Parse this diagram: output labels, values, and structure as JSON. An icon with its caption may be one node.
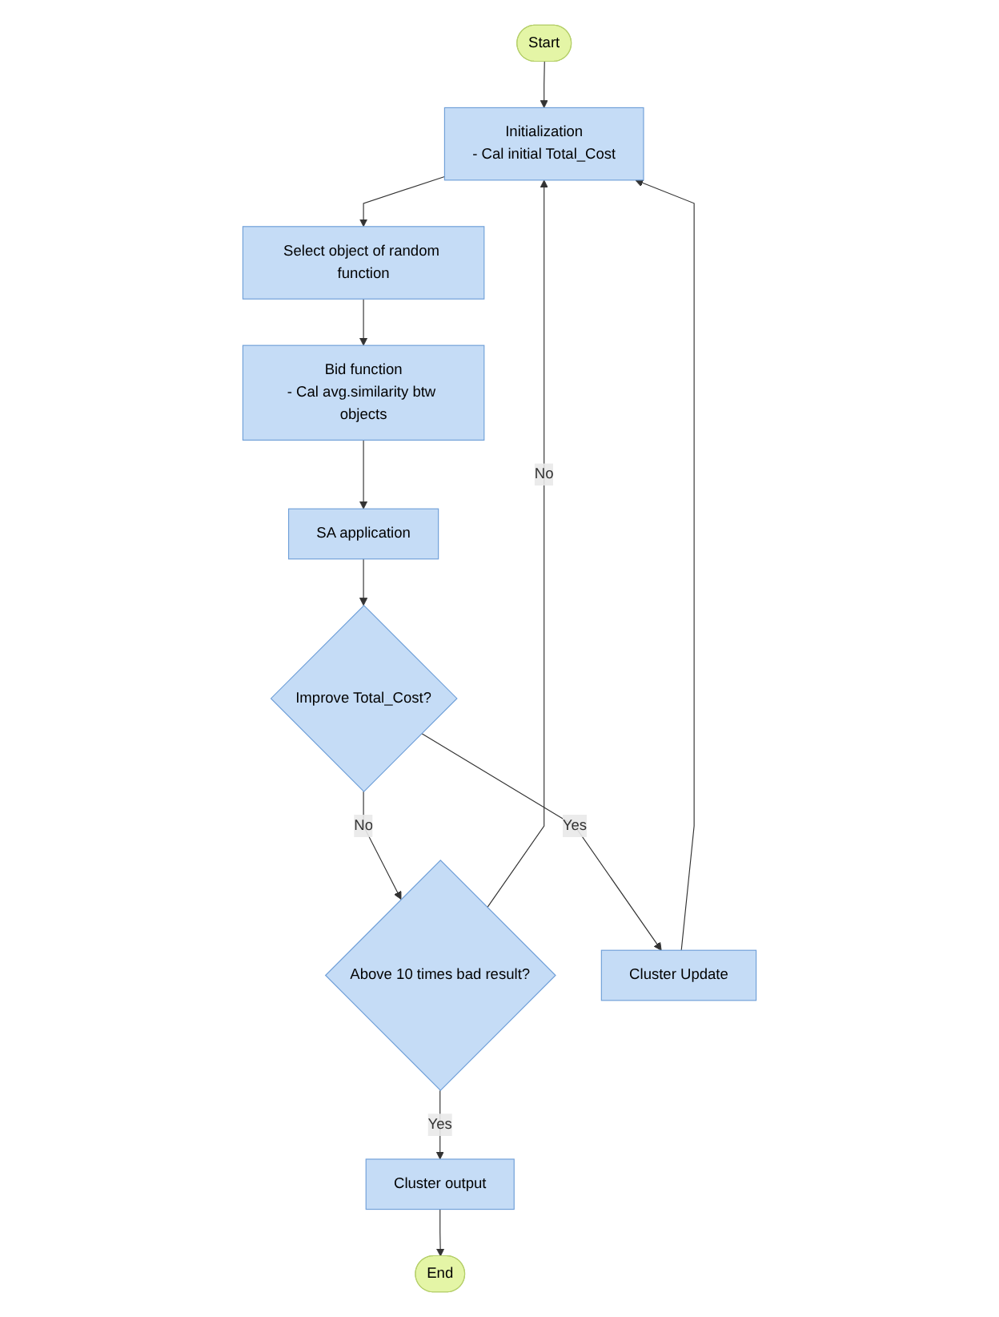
{
  "diagram": {
    "nodes": [
      {
        "text": [
          "Start"
        ]
      },
      {
        "text": [
          "Initialization",
          "- Cal initial Total_Cost"
        ]
      },
      {
        "text": [
          "Select object of random function"
        ]
      },
      {
        "text": [
          "Bid function",
          "- Cal avg.similarity btw objects"
        ]
      },
      {
        "text": [
          "SA application"
        ]
      },
      {
        "text": [
          "Improve Total_Cost?"
        ]
      },
      {
        "text": [
          "Above 10 times bad result?"
        ]
      },
      {
        "text": [
          "Cluster output"
        ]
      },
      {
        "text": [
          "End"
        ]
      },
      {
        "text": [
          "Cluster Update"
        ]
      }
    ],
    "edges": [
      {
        "from": 0,
        "to": 1,
        "arrow": "to"
      },
      {
        "from": 1,
        "to": 2,
        "arrow": "to"
      },
      {
        "from": 2,
        "to": 3,
        "arrow": "to"
      },
      {
        "from": 3,
        "to": 4,
        "arrow": "to"
      },
      {
        "from": 4,
        "to": 5,
        "arrow": "to"
      },
      {
        "from": 5,
        "to": 9,
        "label": "Yes",
        "arrow": "to"
      },
      {
        "from": 9,
        "to": 1,
        "arrow": "to"
      },
      {
        "from": 5,
        "to": 6,
        "label": "No",
        "arrow": "to"
      },
      {
        "from": 6,
        "to": 1,
        "label": "No",
        "arrow": "to"
      },
      {
        "from": 6,
        "to": 7,
        "label": "Yes",
        "arrow": "to"
      },
      {
        "from": 7,
        "to": 8,
        "arrow": "to"
      }
    ]
  }
}
